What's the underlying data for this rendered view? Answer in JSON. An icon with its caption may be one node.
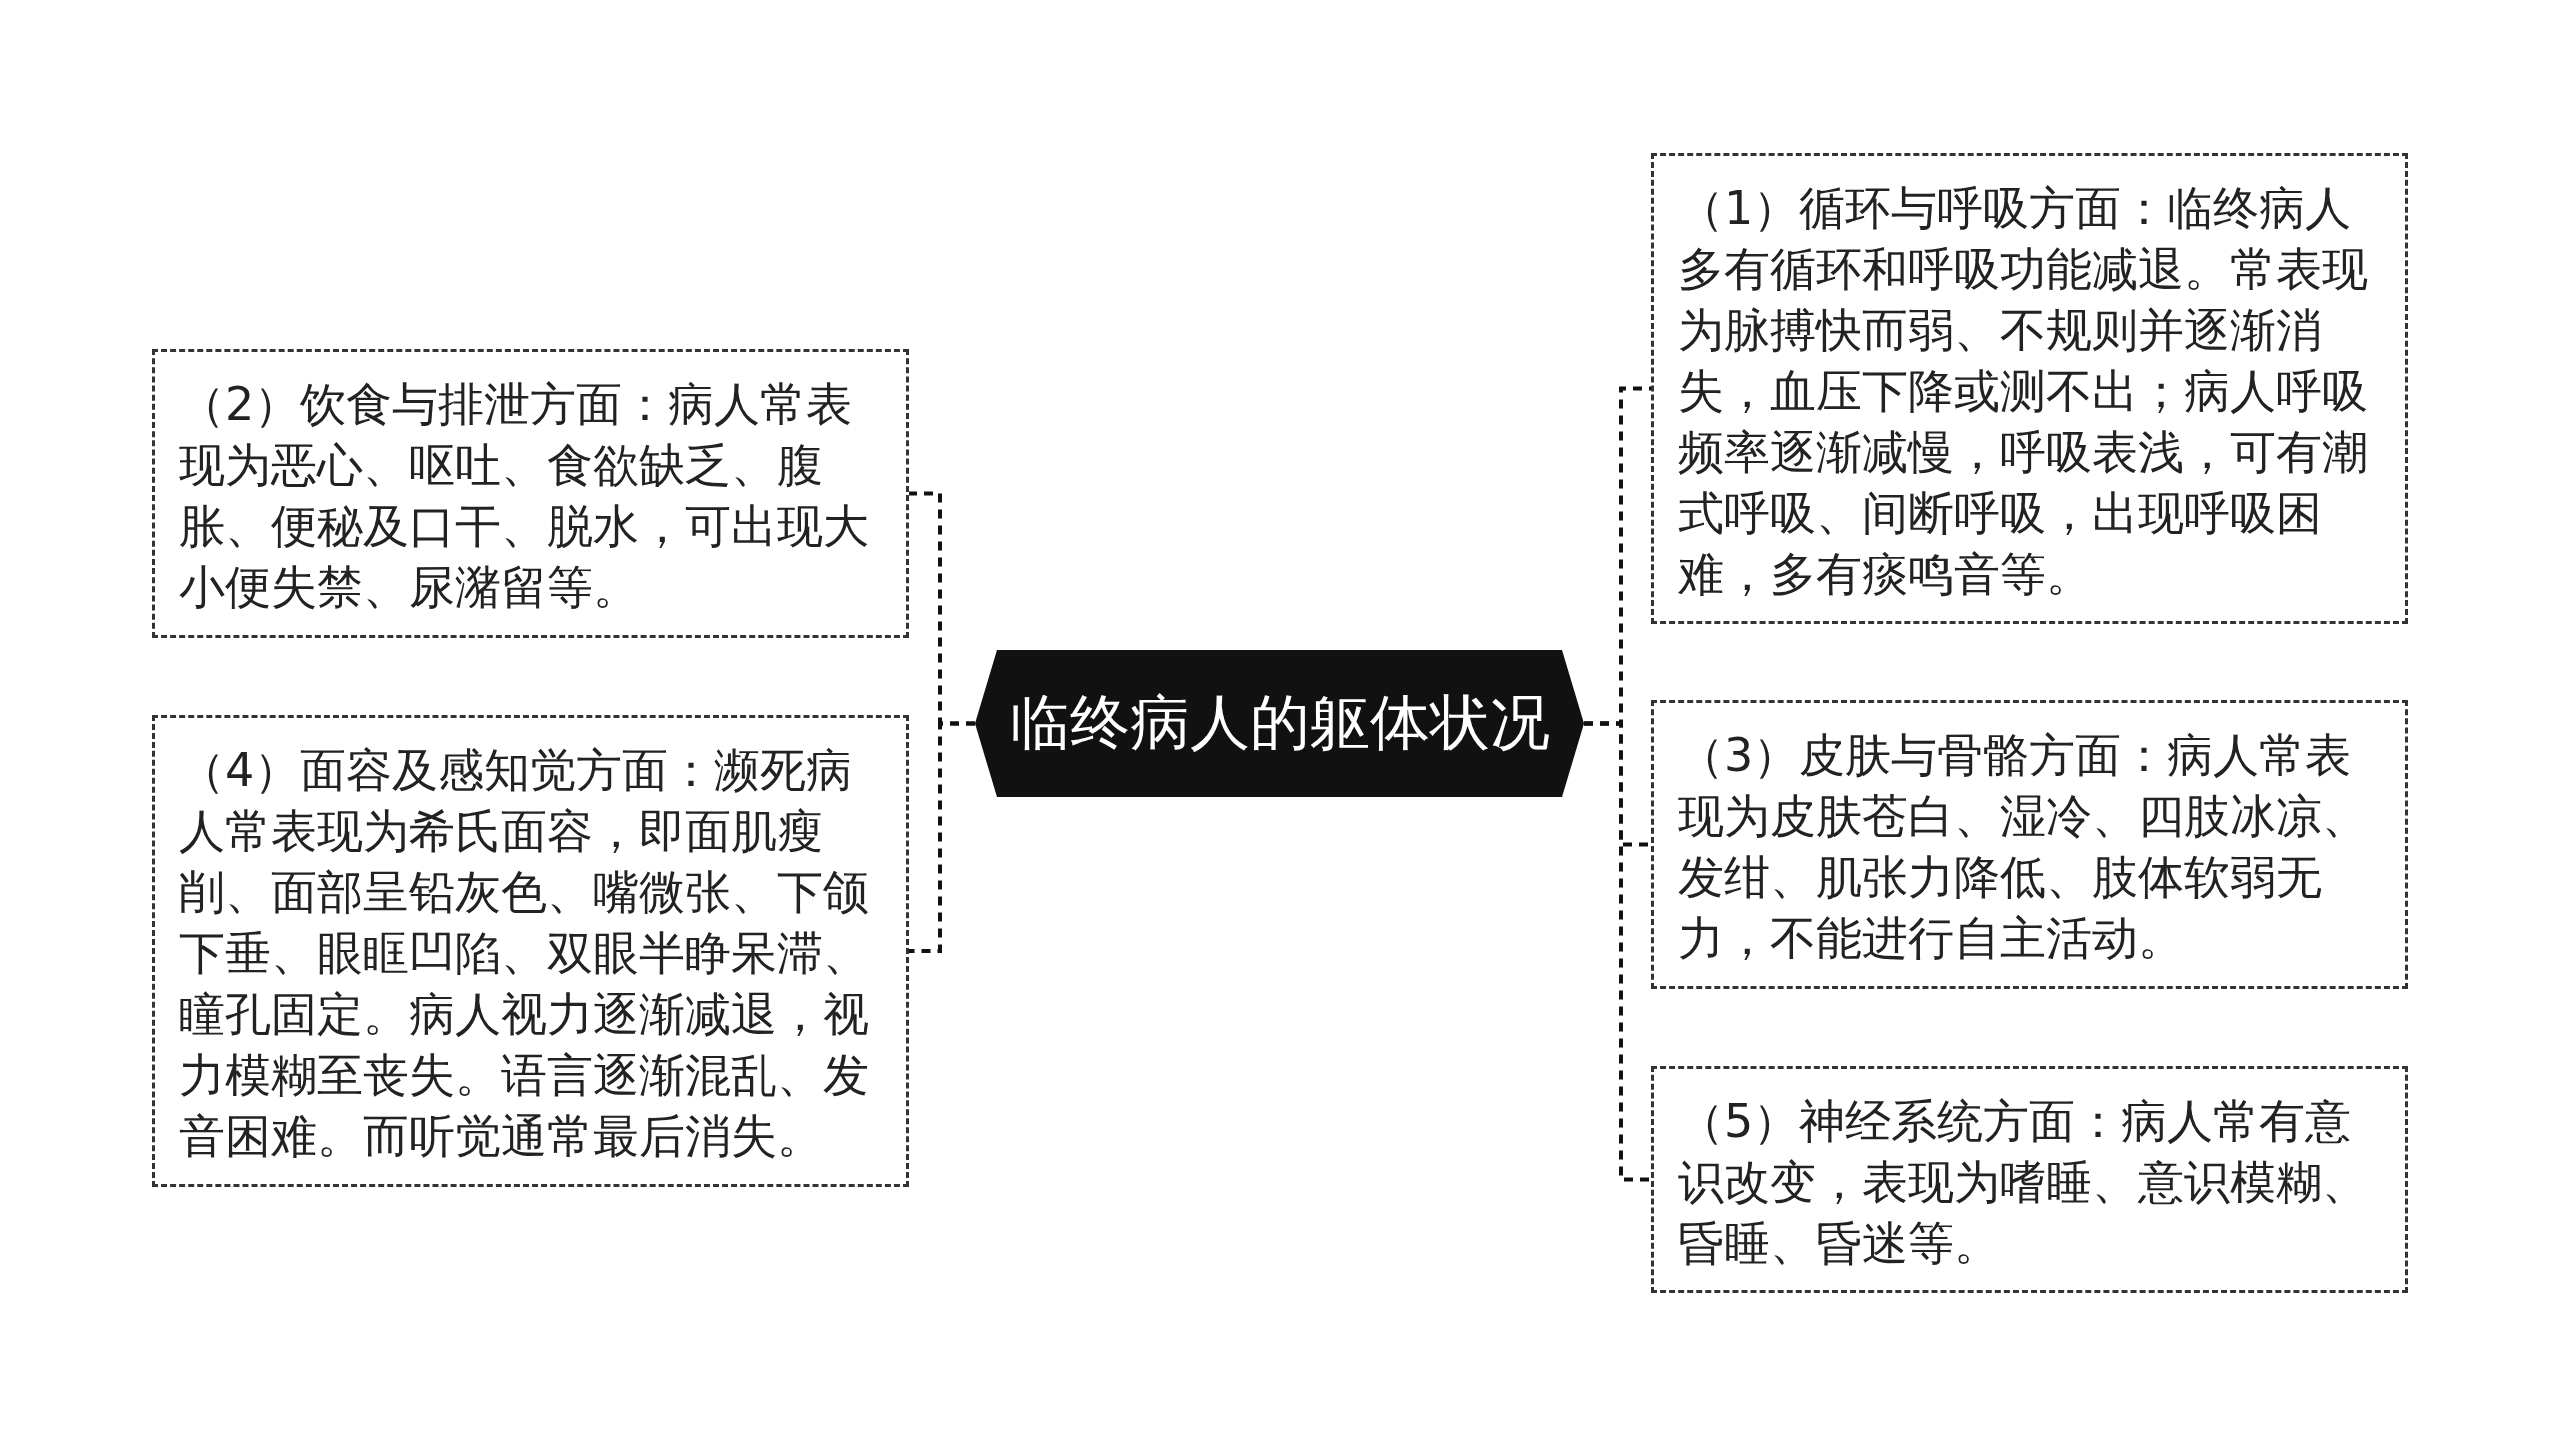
{
  "diagram": {
    "nodes": [
      {
        "text": [
          "临终病人的躯体状况"
        ]
      },
      {
        "text": [
          "（2）饮食与排泄方面：病人常表现为恶心、呕吐、食欲缺乏、腹胀、便秘及口干、脱水，可出现大小便失禁、尿潴留等。"
        ]
      },
      {
        "text": [
          "（4）面容及感知觉方面：濒死病人常表现为希氏面容，即面肌瘦削、面部呈铅灰色、嘴微张、下颌下垂、眼眶凹陷、双眼半睁呆滞、瞳孔固定。病人视力逐渐减退，视力模糊至丧失。语言逐渐混乱、发音困难。而听觉通常最后消失。"
        ]
      },
      {
        "text": [
          "（1）循环与呼吸方面：临终病人多有循环和呼吸功能减退。常表现为脉搏快而弱、不规则并逐渐消失，血压下降或测不出；病人呼吸频率逐渐减慢，呼吸表浅，可有潮式呼吸、间断呼吸，出现呼吸困难，多有痰鸣音等。"
        ]
      },
      {
        "text": [
          "（3）皮肤与骨骼方面：病人常表现为皮肤苍白、湿冷、四肢冰凉、发绀、肌张力降低、肢体软弱无力，不能进行自主活动。"
        ]
      },
      {
        "text": [
          "（5）神经系统方面：病人常有意识改变，表现为嗜睡、意识模糊、昏睡、昏迷等。"
        ]
      }
    ],
    "edges": [
      {
        "from": 0,
        "to": 1,
        "arrow": "none",
        "style": "dashed"
      },
      {
        "from": 0,
        "to": 2,
        "arrow": "none",
        "style": "dashed"
      },
      {
        "from": 0,
        "to": 3,
        "arrow": "none",
        "style": "dashed"
      },
      {
        "from": 0,
        "to": 4,
        "arrow": "none",
        "style": "dashed"
      },
      {
        "from": 0,
        "to": 5,
        "arrow": "none",
        "style": "dashed"
      }
    ]
  }
}
